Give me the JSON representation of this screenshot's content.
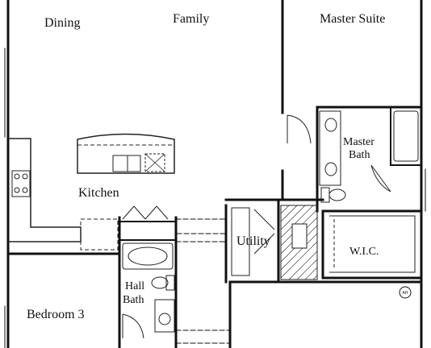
{
  "plan": {
    "rooms": {
      "dining": "Dining",
      "family": "Family",
      "master_suite": "Master Suite",
      "master_bath_line1": "Master",
      "master_bath_line2": "Bath",
      "kitchen": "Kitchen",
      "utility": "Utility",
      "wic": "W.I.C.",
      "hall_bath_line1": "Hall",
      "hall_bath_line2": "Bath",
      "bedroom3": "Bedroom 3"
    },
    "badge": "AH",
    "colors": {
      "wall": "#111111",
      "fixture": "#222222",
      "background": "#ffffff"
    }
  }
}
